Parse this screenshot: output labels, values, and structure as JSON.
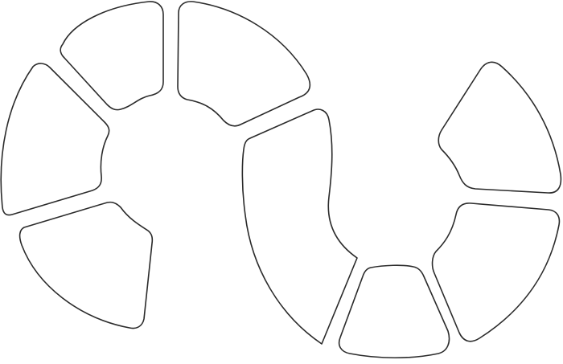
{
  "diagram": {
    "background": "#ffffff",
    "stroke_color": "#2b2b2b",
    "fill_color": "#ffffff",
    "shapes": [
      {
        "name": "left-ring-segment-top"
      },
      {
        "name": "left-ring-segment-upper-left"
      },
      {
        "name": "left-ring-segment-lower-left"
      },
      {
        "name": "left-ring-segment-top-right"
      },
      {
        "name": "center-arc-segment"
      },
      {
        "name": "right-ring-segment-bottom"
      },
      {
        "name": "right-ring-segment-lower-right"
      },
      {
        "name": "right-ring-segment-upper-right"
      }
    ]
  }
}
